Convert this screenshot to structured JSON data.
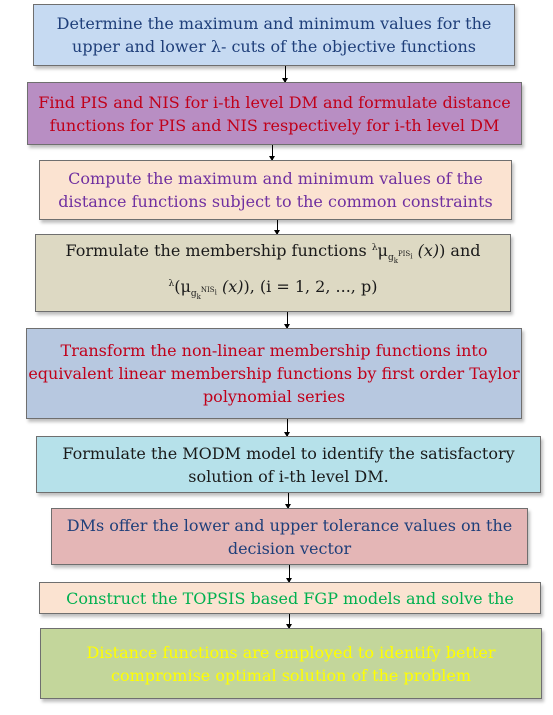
{
  "steps": [
    {
      "lines": [
        "Determine the maximum and minimum values for the",
        "upper and lower λ- cuts of the objective functions"
      ],
      "bg": "#c6daf2",
      "color": "#1f3f7a"
    },
    {
      "lines": [
        "Find PIS and NIS for i-th level DM and formulate distance",
        "functions for PIS and NIS respectively for i-th level DM"
      ],
      "bg": "#b88ec3",
      "color": "#c0001a"
    },
    {
      "lines": [
        "Compute the maximum and minimum values of the",
        "distance functions subject to the common constraints"
      ],
      "bg": "#fbe3d1",
      "color": "#7030a0"
    },
    {
      "line1_before": "Formulate the membership functions",
      "line1_after": " and",
      "line2_after": ", (i = 1, 2, ..., p)",
      "formula": {
        "lambda": "λ",
        "mu": "μ",
        "g": "g",
        "k": "k",
        "pis": "PIS",
        "nis": "NIS",
        "i": "i",
        "x": "(x)"
      },
      "bg": "#ddd9c3",
      "color": "#1a1a1a"
    },
    {
      "lines": [
        "Transform the non-linear membership functions into",
        "equivalent linear membership functions by first order Taylor",
        "polynomial series"
      ],
      "bg": "#b7c8e0",
      "color": "#c0001a"
    },
    {
      "lines": [
        "Formulate the MODM model to identify the satisfactory",
        "solution of i-th level DM."
      ],
      "bg": "#b6e1ea",
      "color": "#1a1a1a"
    },
    {
      "lines": [
        "DMs offer the lower and upper tolerance values on the",
        "decision vector"
      ],
      "bg": "#e4b6b6",
      "color": "#1f3f7a"
    },
    {
      "lines": [
        "Construct the TOPSIS based FGP models and solve the"
      ],
      "bg": "#fbe3d1",
      "color": "#00b050"
    },
    {
      "lines": [
        "Distance functions are employed to identify better",
        "compromise optimal solution of the problem"
      ],
      "bg": "#c3d69b",
      "color": "#ffff00"
    }
  ]
}
